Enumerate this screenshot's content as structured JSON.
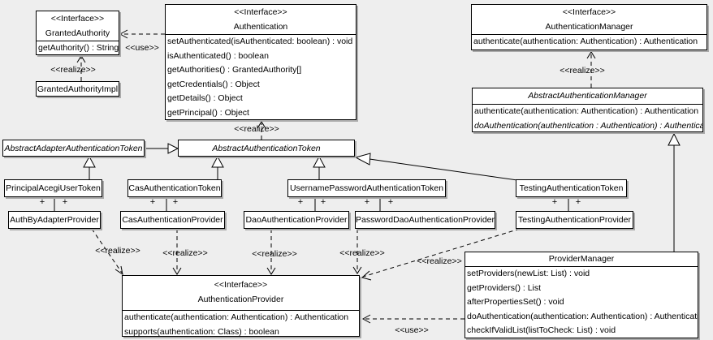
{
  "diagram_labels": {
    "realize": "<<realize>>",
    "use": "<<use>>",
    "plus": "+"
  },
  "classes": {
    "granted_authority": {
      "stereotype": "<<Interface>>",
      "name": "GrantedAuthority",
      "methods": [
        "getAuthority() : String"
      ]
    },
    "granted_authority_impl": {
      "name": "GrantedAuthorityImpl"
    },
    "authentication": {
      "stereotype": "<<Interface>>",
      "name": "Authentication",
      "methods": [
        "setAuthenticated(isAuthenticated: boolean) : void",
        "isAuthenticated() : boolean",
        "getAuthorities() : GrantedAuthority[]",
        "getCredentials() : Object",
        "getDetails() : Object",
        "getPrincipal() : Object"
      ]
    },
    "authentication_manager": {
      "stereotype": "<<Interface>>",
      "name": "AuthenticationManager",
      "methods": [
        "authenticate(authentication: Authentication) : Authentication"
      ]
    },
    "abstract_authentication_manager": {
      "name": "AbstractAuthenticationManager",
      "methods": [
        "authenticate(authentication: Authentication) : Authentication",
        "doAuthentication(authentication : Authentication) : Authentication"
      ]
    },
    "abstract_adapter_authentication_token": {
      "name": "AbstractAdapterAuthenticationToken"
    },
    "abstract_authentication_token": {
      "name": "AbstractAuthenticationToken"
    },
    "principal_acegi_user_token": {
      "name": "PrincipalAcegiUserToken"
    },
    "cas_authentication_token": {
      "name": "CasAuthenticationToken"
    },
    "username_password_authentication_token": {
      "name": "UsernamePasswordAuthenticationToken"
    },
    "testing_authentication_token": {
      "name": "TestingAuthenticationToken"
    },
    "auth_by_adapter_provider": {
      "name": "AuthByAdapterProvider"
    },
    "cas_authentication_provider": {
      "name": "CasAuthenticationProvider"
    },
    "dao_authentication_provider": {
      "name": "DaoAuthenticationProvider"
    },
    "password_dao_authentication_provider": {
      "name": "PasswordDaoAuthenticationProvider"
    },
    "testing_authentication_provider": {
      "name": "TestingAuthenticationProvider"
    },
    "authentication_provider": {
      "stereotype": "<<Interface>>",
      "name": "AuthenticationProvider",
      "methods": [
        "authenticate(authentication: Authentication) : Authentication",
        "supports(authentication: Class) : boolean"
      ]
    },
    "provider_manager": {
      "name": "ProviderManager",
      "methods": [
        "setProviders(newList: List) : void",
        "getProviders() : List",
        "afterPropertiesSet() : void",
        "doAuthentication(authentication: Authentication) : Authentication",
        "checkIfValidList(listToCheck: List) : void"
      ]
    }
  },
  "colors": {
    "background": "#eeeeee",
    "box_fill": "#ffffff",
    "line": "#000000",
    "shadow": "#aaaaaa"
  }
}
